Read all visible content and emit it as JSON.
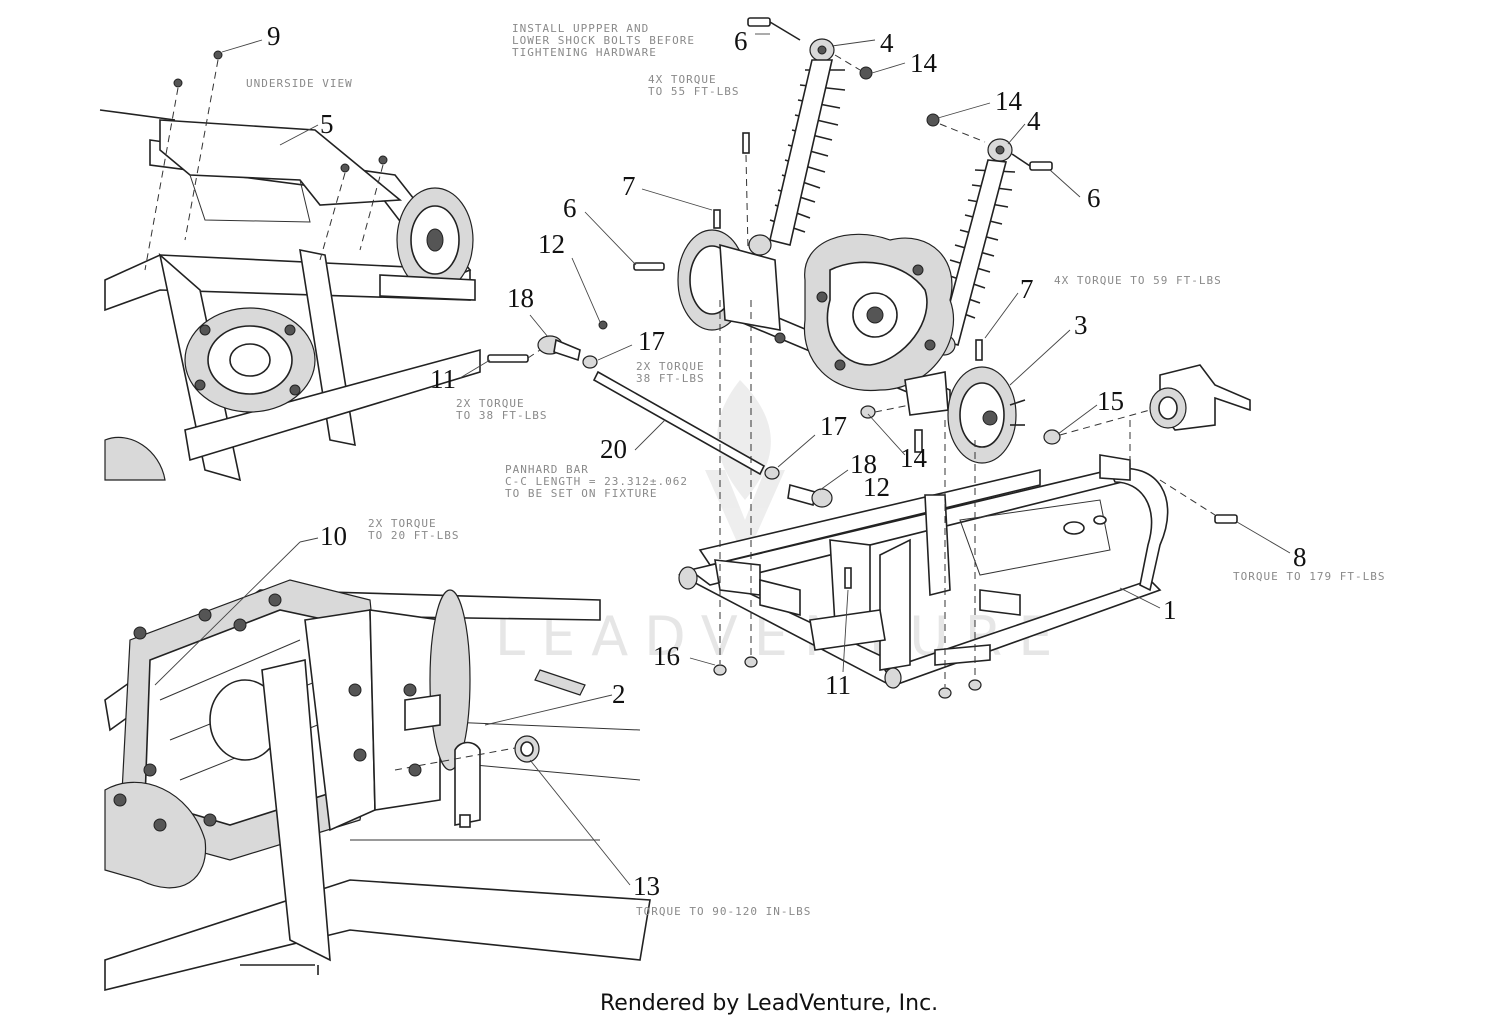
{
  "callouts": {
    "c9": "9",
    "c5": "5",
    "c6a": "6",
    "c4a": "4",
    "c14a": "14",
    "c14b": "14",
    "c4b": "4",
    "c6b": "6",
    "c7a": "7",
    "c6c": "6",
    "c12a": "12",
    "c18a": "18",
    "c17a": "17",
    "c11a": "11",
    "c7b": "7",
    "c3": "3",
    "c15": "15",
    "c17b": "17",
    "c14c": "14",
    "c20": "20",
    "c18b": "18",
    "c12b": "12",
    "c10": "10",
    "c8": "8",
    "c1": "1",
    "c16": "16",
    "c11b": "11",
    "c2": "2",
    "c13": "13"
  },
  "notes": {
    "underside": "UNDERSIDE VIEW",
    "install_1": "INSTALL UPPPER AND",
    "install_2": "LOWER SHOCK BOLTS BEFORE",
    "install_3": "TIGHTENING HARDWARE",
    "torque55_1": "4X TORQUE",
    "torque55_2": "TO 55 FT-LBS",
    "torque59": "4X TORQUE TO 59 FT-LBS",
    "torque38a_1": "2X TORQUE",
    "torque38a_2": "TO 38 FT-LBS",
    "torque38b_1": "2X TORQUE",
    "torque38b_2": "38 FT-LBS",
    "panhard_1": "PANHARD BAR",
    "panhard_2": "C-C LENGTH = 23.312±.062",
    "panhard_3": "TO BE SET ON FIXTURE",
    "torque20_1": "2X TORQUE",
    "torque20_2": "TO 20 FT-LBS",
    "torque179": "TORQUE TO 179 FT-LBS",
    "torque_inlbs": "TORQUE TO 90-120 IN-LBS"
  },
  "watermark": "LEADVENTURE",
  "footer": "Rendered by LeadVenture, Inc."
}
